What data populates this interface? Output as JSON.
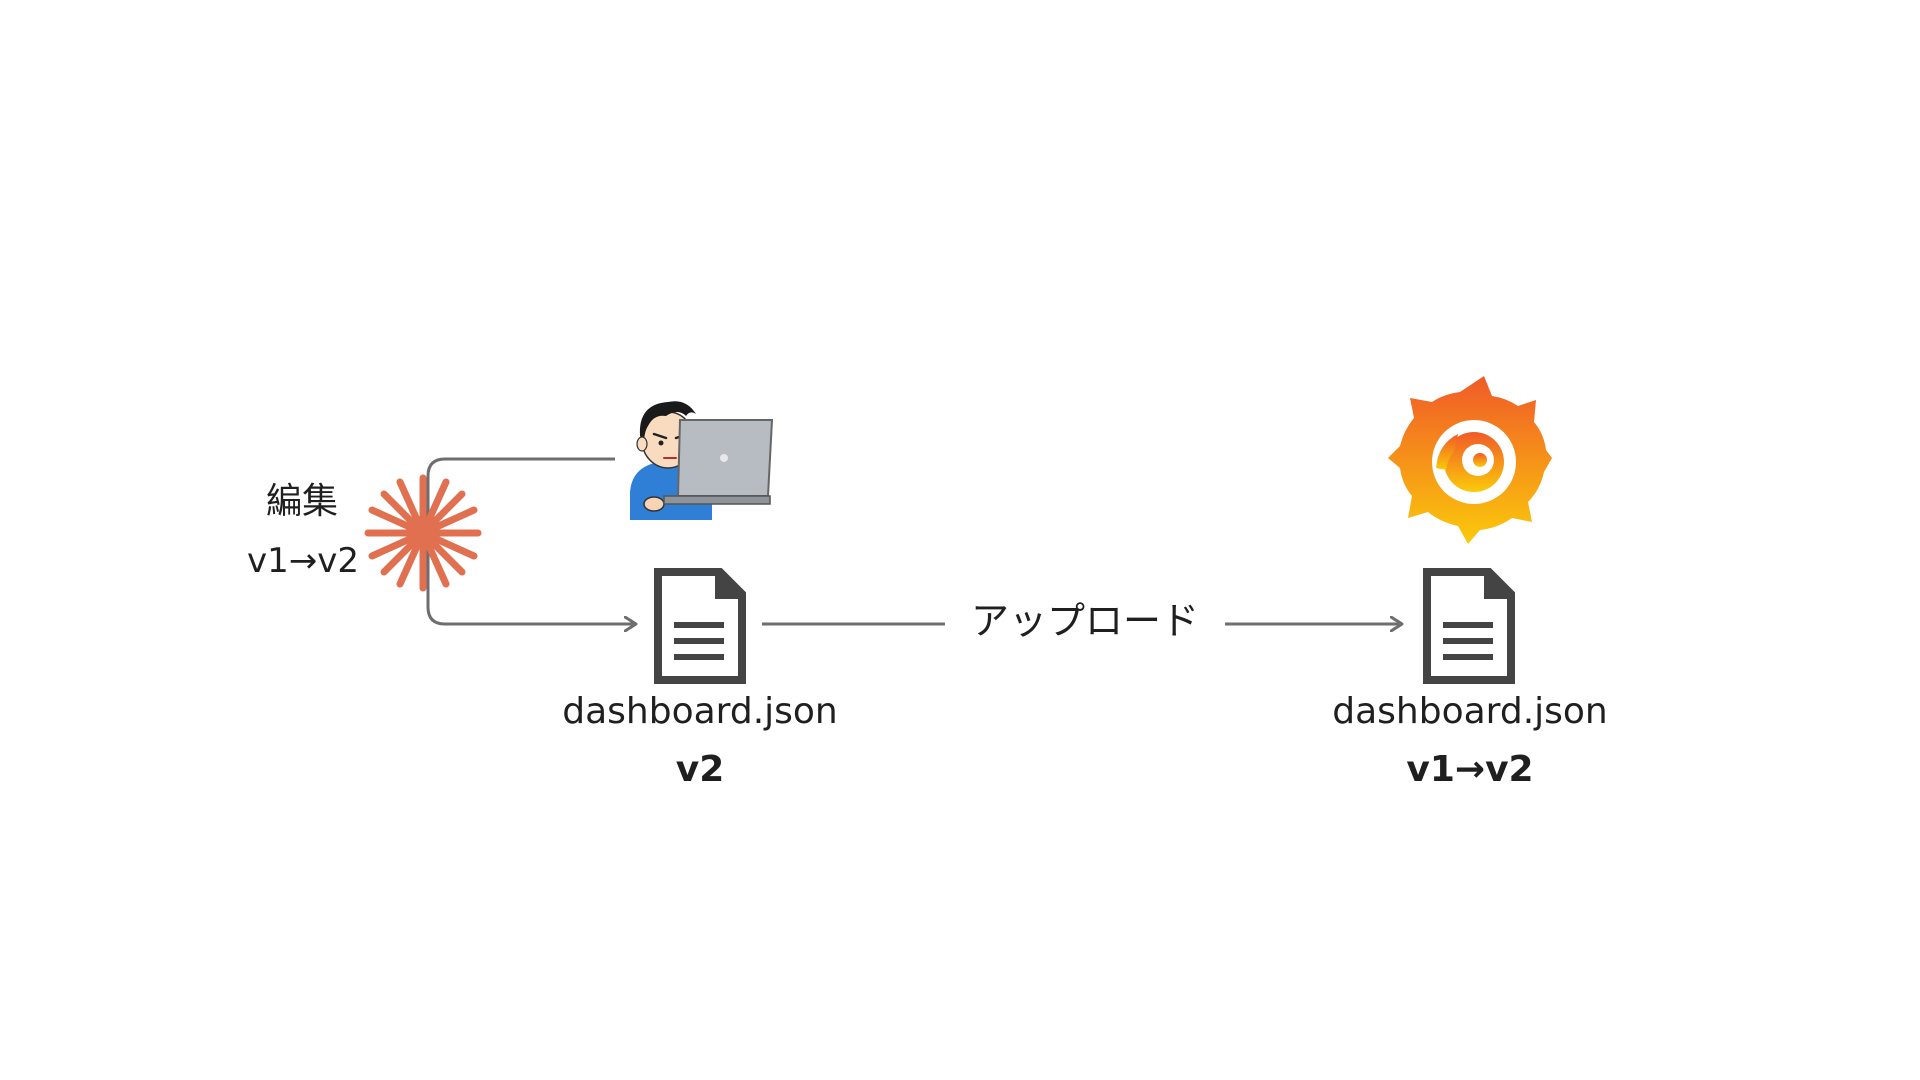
{
  "edit": {
    "label": "編集",
    "version": "v1→v2"
  },
  "upload": {
    "label": "アップロード"
  },
  "local_file": {
    "name": "dashboard.json",
    "version": "v2"
  },
  "remote_file": {
    "name": "dashboard.json",
    "version": "v1→v2"
  },
  "icons": {
    "person": "person-at-laptop-icon",
    "edit_burst": "edit-burst-icon",
    "document": "document-icon",
    "service_logo": "grafana-logo"
  },
  "colors": {
    "arrow": "#6e6e6e",
    "burst": "#e07050",
    "doc": "#444444",
    "logo_top": "#f05a28",
    "logo_bottom": "#fbca0a"
  }
}
